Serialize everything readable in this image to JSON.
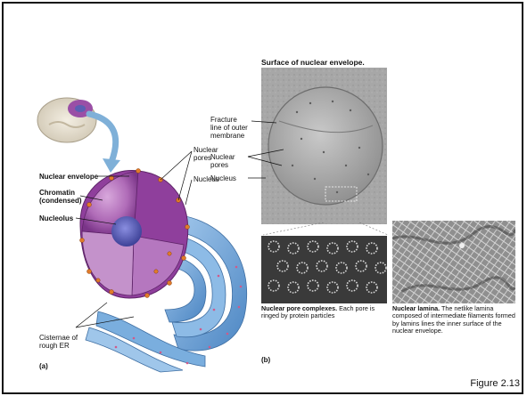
{
  "figure": {
    "number": "Figure 2.13"
  },
  "panel_a": {
    "letter": "(a)",
    "labels": {
      "nuclear_envelope": "Nuclear envelope",
      "chromatin": "Chromatin\n(condensed)",
      "nucleolus": "Nucleolus",
      "nuclear_pores": "Nuclear\npores",
      "nucleus": "Nucleus",
      "cisternae": "Cisternae of\nrough ER"
    }
  },
  "panel_b": {
    "letter": "(b)",
    "title": "Surface of nuclear envelope.",
    "labels": {
      "fracture_line": "Fracture\nline of outer\nmembrane",
      "nuclear_pores": "Nuclear\npores",
      "nucleus": "Nucleus"
    },
    "caption_pore": {
      "bold": "Nuclear pore complexes.",
      "rest": " Each pore is ringed by protein particles"
    },
    "caption_lamina": {
      "bold": "Nuclear lamina.",
      "rest": " The netlike lamina composed of intermediate filaments formed by lamins lines the inner surface of the nuclear envelope."
    }
  },
  "colors": {
    "nucleus_purple": "#9a4fa6",
    "chromatin_light": "#c99ad0",
    "nucleolus": "#5b5fb3",
    "er_blue": "#6fa4d6",
    "pore_orange": "#e07b2a",
    "micrograph_gray": "#9a9a9a"
  }
}
